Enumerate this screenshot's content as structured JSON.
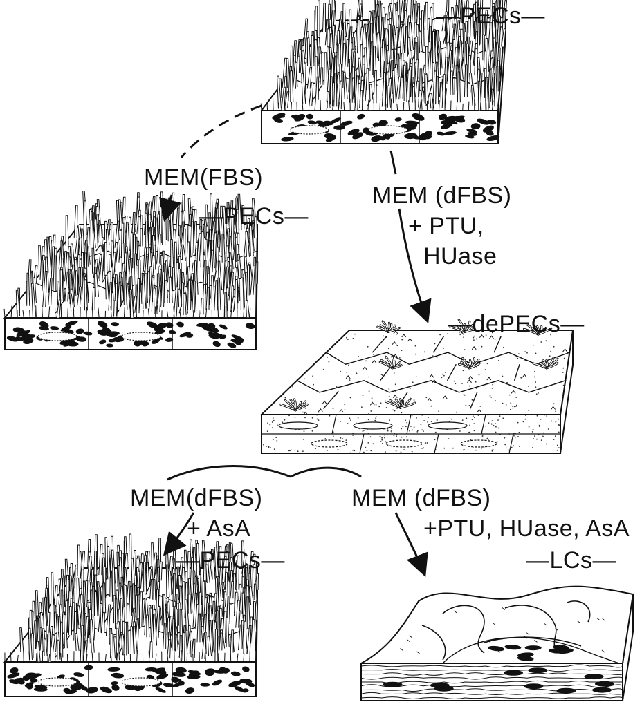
{
  "colors": {
    "ink": "#111111",
    "paper": "#ffffff",
    "cilia": "#ffffff",
    "stipple": "#333333"
  },
  "panels": {
    "top": {
      "label": "PECs",
      "kind": "ciliated-epithelium"
    },
    "left": {
      "label": "PECs",
      "kind": "ciliated-epithelium"
    },
    "center": {
      "label": "dePECs",
      "kind": "deciliated-epithelium"
    },
    "bottom_left": {
      "label": "PECs",
      "kind": "ciliated-epithelium"
    },
    "bottom_right": {
      "label": "LCs",
      "kind": "lens-like-cells"
    }
  },
  "conditions": {
    "to_left": {
      "line1": "MEM(FBS)"
    },
    "to_center": {
      "line1": "MEM (dFBS)",
      "line2": "+ PTU,",
      "line3": "HUase"
    },
    "to_bottom_left": {
      "line1": "MEM(dFBS)",
      "line2": "+ AsA"
    },
    "to_bottom_right": {
      "line1": "MEM (dFBS)",
      "line2": "+PTU, HUase, AsA"
    }
  },
  "arrows": [
    {
      "from": "top",
      "to": "left",
      "style": "dashed"
    },
    {
      "from": "top",
      "to": "center",
      "style": "solid"
    },
    {
      "from": "center",
      "to": "bottom_left",
      "style": "solid"
    },
    {
      "from": "center",
      "to": "bottom_right",
      "style": "solid"
    }
  ]
}
